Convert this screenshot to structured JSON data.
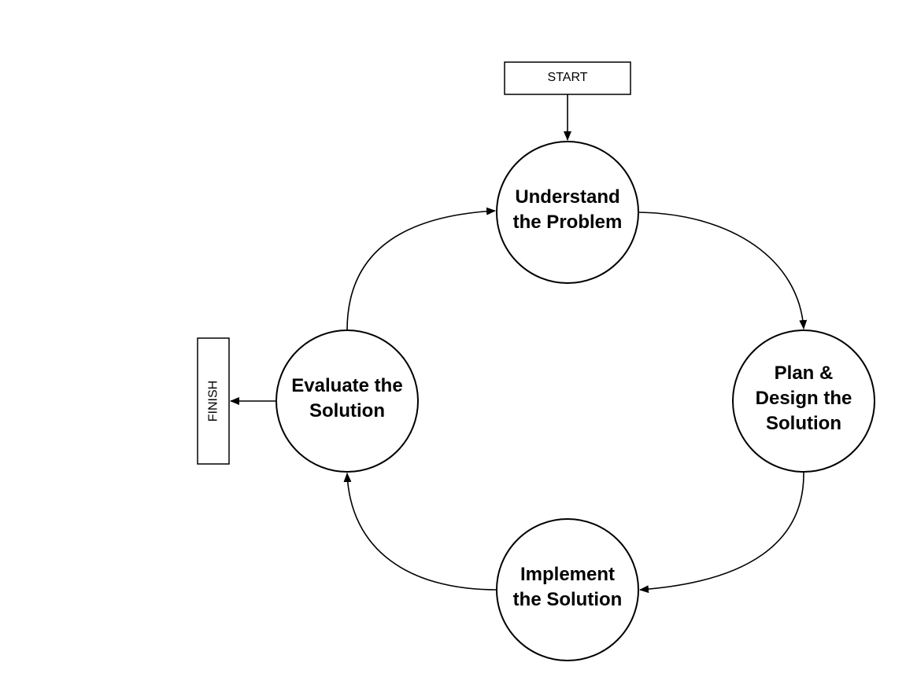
{
  "diagram": {
    "start_label": "START",
    "finish_label": "FINISH",
    "steps": [
      {
        "line1": "Understand",
        "line2": "the Problem"
      },
      {
        "line1": "Plan &",
        "line2": "Design the",
        "line3": "Solution"
      },
      {
        "line1": "Implement",
        "line2": "the Solution"
      },
      {
        "line1": "Evaluate the",
        "line2": "Solution"
      }
    ]
  }
}
